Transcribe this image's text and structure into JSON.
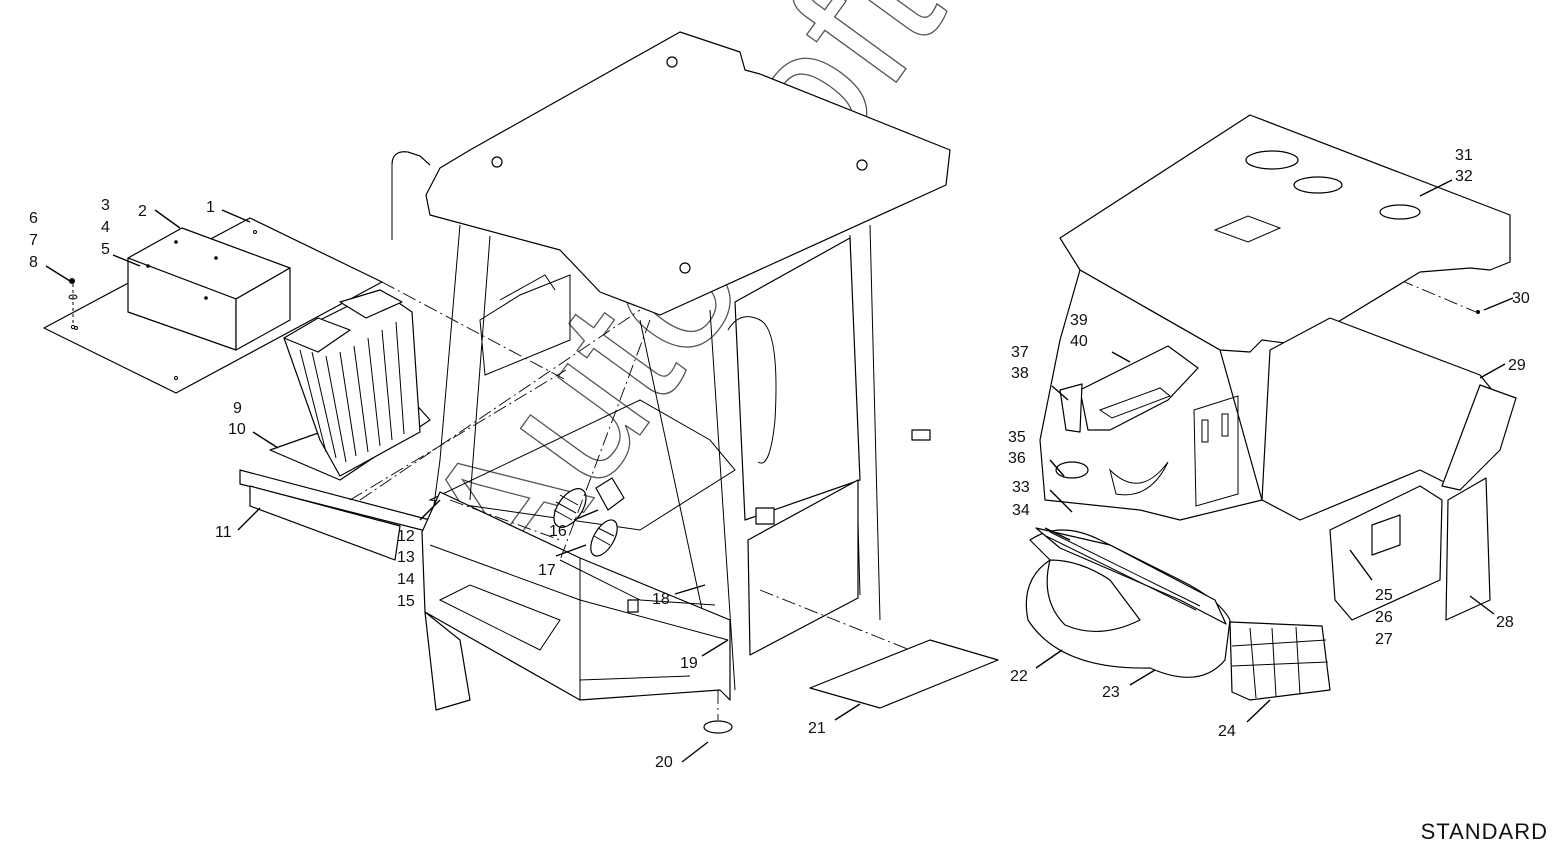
{
  "footer": {
    "variant_label": "STANDARD"
  },
  "watermark": {
    "text": "AutoSoft"
  },
  "callouts": [
    {
      "id": "c1",
      "text": "1"
    },
    {
      "id": "c2",
      "text": "2"
    },
    {
      "id": "c3",
      "text": "3"
    },
    {
      "id": "c4",
      "text": "4"
    },
    {
      "id": "c5",
      "text": "5"
    },
    {
      "id": "c6",
      "text": "6"
    },
    {
      "id": "c7",
      "text": "7"
    },
    {
      "id": "c8",
      "text": "8"
    },
    {
      "id": "c9",
      "text": "9"
    },
    {
      "id": "c10",
      "text": "10"
    },
    {
      "id": "c11",
      "text": "11"
    },
    {
      "id": "c12",
      "text": "12"
    },
    {
      "id": "c13",
      "text": "13"
    },
    {
      "id": "c14",
      "text": "14"
    },
    {
      "id": "c15",
      "text": "15"
    },
    {
      "id": "c16",
      "text": "16"
    },
    {
      "id": "c17",
      "text": "17"
    },
    {
      "id": "c18",
      "text": "18"
    },
    {
      "id": "c19",
      "text": "19"
    },
    {
      "id": "c20",
      "text": "20"
    },
    {
      "id": "c21",
      "text": "21"
    },
    {
      "id": "c22",
      "text": "22"
    },
    {
      "id": "c23",
      "text": "23"
    },
    {
      "id": "c24",
      "text": "24"
    },
    {
      "id": "c25",
      "text": "25"
    },
    {
      "id": "c26",
      "text": "26"
    },
    {
      "id": "c27",
      "text": "27"
    },
    {
      "id": "c28",
      "text": "28"
    },
    {
      "id": "c29",
      "text": "29"
    },
    {
      "id": "c30",
      "text": "30"
    },
    {
      "id": "c31",
      "text": "31"
    },
    {
      "id": "c32",
      "text": "32"
    },
    {
      "id": "c33",
      "text": "33"
    },
    {
      "id": "c34",
      "text": "34"
    },
    {
      "id": "c35",
      "text": "35"
    },
    {
      "id": "c36",
      "text": "36"
    },
    {
      "id": "c37",
      "text": "37"
    },
    {
      "id": "c38",
      "text": "38"
    },
    {
      "id": "c39",
      "text": "39"
    },
    {
      "id": "c40",
      "text": "40"
    }
  ]
}
